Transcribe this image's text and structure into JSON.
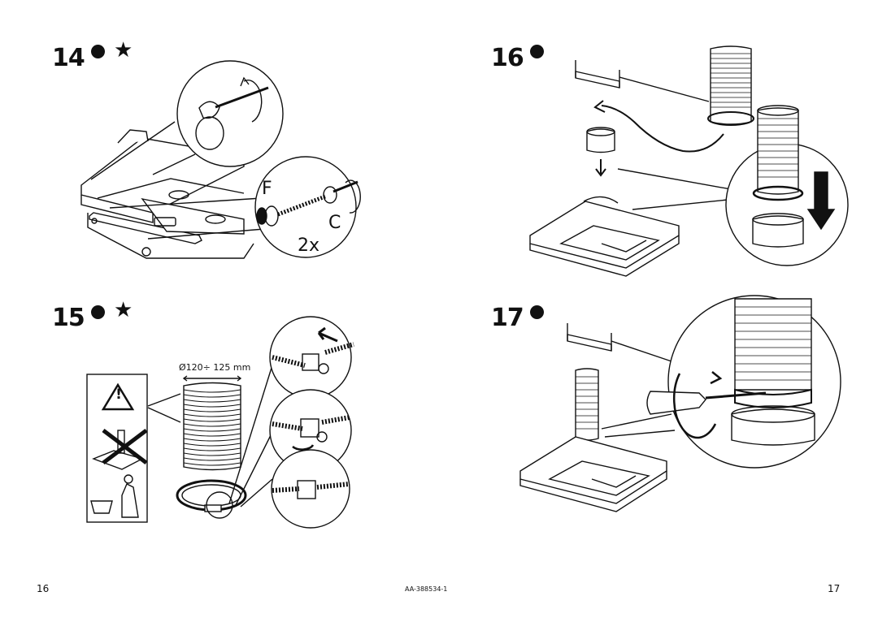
{
  "steps": [
    {
      "number": "14",
      "dot_icon": "filled-circle",
      "star_icon": "star",
      "labels": {
        "f": "F",
        "c": "C",
        "qty": "2x"
      }
    },
    {
      "number": "15",
      "dot_icon": "filled-circle",
      "star_icon": "star",
      "labels": {
        "diameter": "Ø120÷ 125 mm"
      }
    },
    {
      "number": "16",
      "dot_icon": "filled-circle"
    },
    {
      "number": "17",
      "dot_icon": "filled-circle"
    }
  ],
  "footer": {
    "page_left": "16",
    "doc_code": "AA-388534-1",
    "page_right": "17"
  },
  "glyphs": {
    "star": "★",
    "warning": "!"
  }
}
